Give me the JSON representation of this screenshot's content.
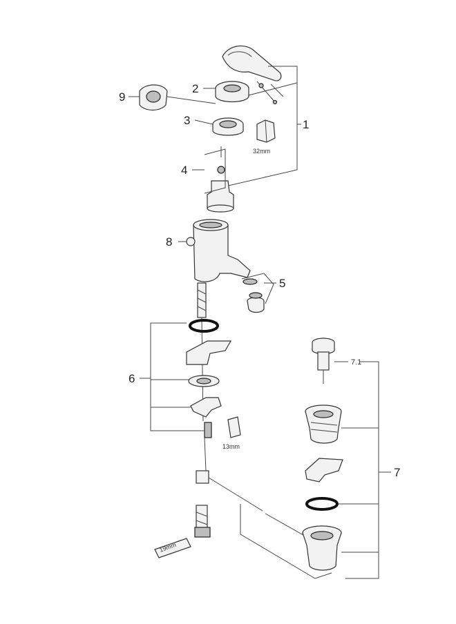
{
  "labels": {
    "l1": "1",
    "l2": "2",
    "l3": "3",
    "l4": "4",
    "l5": "5",
    "l6": "6",
    "l7": "7",
    "l71": "7.1",
    "l8": "8",
    "l9": "9"
  },
  "dimensions": {
    "d32": "32mm",
    "d13": "13mm",
    "d19": "19mm"
  }
}
